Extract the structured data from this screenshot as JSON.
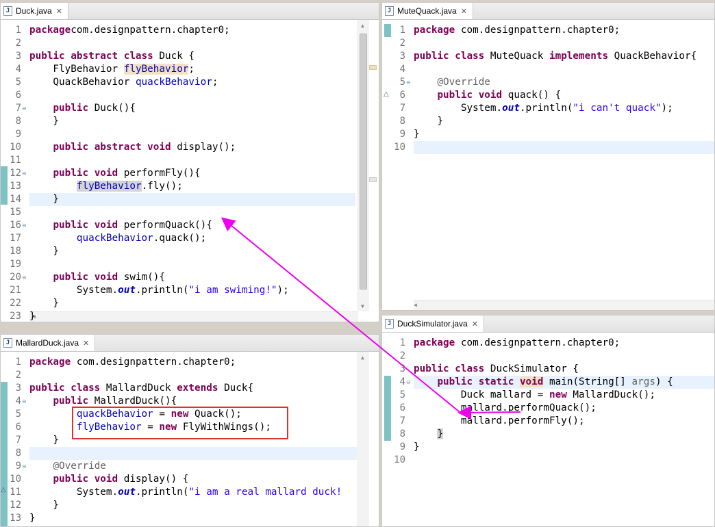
{
  "panes": {
    "duck": {
      "tab": "Duck.java",
      "lines": [
        [
          [
            "kw",
            "package"
          ],
          [
            "",
            "com.designpattern.chapter0;"
          ]
        ],
        [],
        [
          [
            "kw",
            "public abstract class"
          ],
          [
            "",
            " Duck {"
          ]
        ],
        [
          [
            "",
            "    FlyBehavior "
          ],
          [
            "fld occ2",
            "flyBehavior"
          ],
          [
            "",
            ";"
          ]
        ],
        [
          [
            "",
            "    QuackBehavior "
          ],
          [
            "fld",
            "quackBehavior"
          ],
          [
            "",
            ";"
          ]
        ],
        [],
        [
          [
            "",
            "    "
          ],
          [
            "kw",
            "public"
          ],
          [
            "",
            " Duck(){"
          ]
        ],
        [
          [
            "",
            "    }"
          ]
        ],
        [],
        [
          [
            "",
            "    "
          ],
          [
            "kw",
            "public abstract void"
          ],
          [
            "",
            " display();"
          ]
        ],
        [],
        [
          [
            "",
            "    "
          ],
          [
            "kw",
            "public void"
          ],
          [
            "",
            " performFly(){"
          ]
        ],
        [
          [
            "",
            "        "
          ],
          [
            "fld occ",
            "flyBehavior"
          ],
          [
            "",
            ".fly();"
          ]
        ],
        [
          [
            "",
            "    }"
          ]
        ],
        [],
        [
          [
            "",
            "    "
          ],
          [
            "kw",
            "public void"
          ],
          [
            "",
            " performQuack(){"
          ]
        ],
        [
          [
            "",
            "        "
          ],
          [
            "fld",
            "quackBehavior"
          ],
          [
            "",
            ".quack();"
          ]
        ],
        [
          [
            "",
            "    }"
          ]
        ],
        [],
        [
          [
            "",
            "    "
          ],
          [
            "kw",
            "public void"
          ],
          [
            "",
            " swim(){"
          ]
        ],
        [
          [
            "",
            "        System."
          ],
          [
            "out",
            "out"
          ],
          [
            "",
            ".println("
          ],
          [
            "str",
            "\"i am swiming!\""
          ],
          [
            "",
            ");"
          ]
        ],
        [
          [
            "",
            "    }"
          ]
        ],
        [
          [
            "",
            "}"
          ]
        ]
      ]
    },
    "mute": {
      "tab": "MuteQuack.java",
      "lines": [
        [
          [
            "kw",
            "package"
          ],
          [
            "",
            " com.designpattern.chapter0;"
          ]
        ],
        [],
        [
          [
            "kw",
            "public class"
          ],
          [
            "",
            " MuteQuack "
          ],
          [
            "kw",
            "implements"
          ],
          [
            "",
            " QuackBehavior{"
          ]
        ],
        [],
        [
          [
            "",
            "    "
          ],
          [
            "ann",
            "@Override"
          ]
        ],
        [
          [
            "",
            "    "
          ],
          [
            "kw",
            "public void"
          ],
          [
            "",
            " quack() {"
          ]
        ],
        [
          [
            "",
            "        System."
          ],
          [
            "out",
            "out"
          ],
          [
            "",
            ".println("
          ],
          [
            "str",
            "\"i can't quack\""
          ],
          [
            "",
            ");"
          ]
        ],
        [
          [
            "",
            "    }"
          ]
        ],
        [
          [
            "",
            "}"
          ]
        ],
        []
      ]
    },
    "mallard": {
      "tab": "MallardDuck.java",
      "lines": [
        [
          [
            "kw",
            "package"
          ],
          [
            "",
            " com.designpattern.chapter0;"
          ]
        ],
        [],
        [
          [
            "kw",
            "public class"
          ],
          [
            "",
            " MallardDuck "
          ],
          [
            "kw",
            "extends"
          ],
          [
            "",
            " Duck{"
          ]
        ],
        [
          [
            "",
            "    "
          ],
          [
            "kw",
            "public"
          ],
          [
            "",
            " MallardDuck(){"
          ]
        ],
        [
          [
            "",
            "        "
          ],
          [
            "fld",
            "quackBehavior"
          ],
          [
            "",
            " = "
          ],
          [
            "kw",
            "new"
          ],
          [
            "",
            " Quack();"
          ]
        ],
        [
          [
            "",
            "        "
          ],
          [
            "fld",
            "flyBehavior"
          ],
          [
            "",
            " = "
          ],
          [
            "kw",
            "new"
          ],
          [
            "",
            " FlyWithWings();"
          ]
        ],
        [
          [
            "",
            "    }"
          ]
        ],
        [],
        [
          [
            "",
            "    "
          ],
          [
            "ann",
            "@Override"
          ]
        ],
        [
          [
            "",
            "    "
          ],
          [
            "kw",
            "public void"
          ],
          [
            "",
            " display() {"
          ]
        ],
        [
          [
            "",
            "        System."
          ],
          [
            "out",
            "out"
          ],
          [
            "",
            ".println("
          ],
          [
            "str",
            "\"i am a real mallard duck!"
          ]
        ],
        [
          [
            "",
            "    }"
          ]
        ],
        [
          [
            "",
            "}"
          ]
        ]
      ]
    },
    "sim": {
      "tab": "DuckSimulator.java",
      "lines": [
        [
          [
            "kw",
            "package"
          ],
          [
            "",
            " com.designpattern.chapter0;"
          ]
        ],
        [],
        [
          [
            "kw",
            "public class"
          ],
          [
            "",
            " DuckSimulator {"
          ]
        ],
        [
          [
            "",
            "    "
          ],
          [
            "kw",
            "public static"
          ],
          [
            "",
            " "
          ],
          [
            "kw occ2",
            "void"
          ],
          [
            "",
            " main(String[] "
          ],
          [
            "ann",
            "args"
          ],
          [
            "",
            ") {"
          ]
        ],
        [
          [
            "",
            "        Duck mallard = "
          ],
          [
            "kw",
            "new"
          ],
          [
            "",
            " MallardDuck();"
          ]
        ],
        [
          [
            "",
            "        mallard.performQuack();"
          ]
        ],
        [
          [
            "",
            "        mallard.performFly();"
          ]
        ],
        [
          [
            "",
            "    "
          ],
          [
            "occ",
            "}"
          ]
        ],
        [
          [
            "",
            "}"
          ]
        ],
        []
      ]
    }
  },
  "colors": {
    "annotation_arrow": "#ee00ee",
    "highlight_box": "#e0312f"
  }
}
